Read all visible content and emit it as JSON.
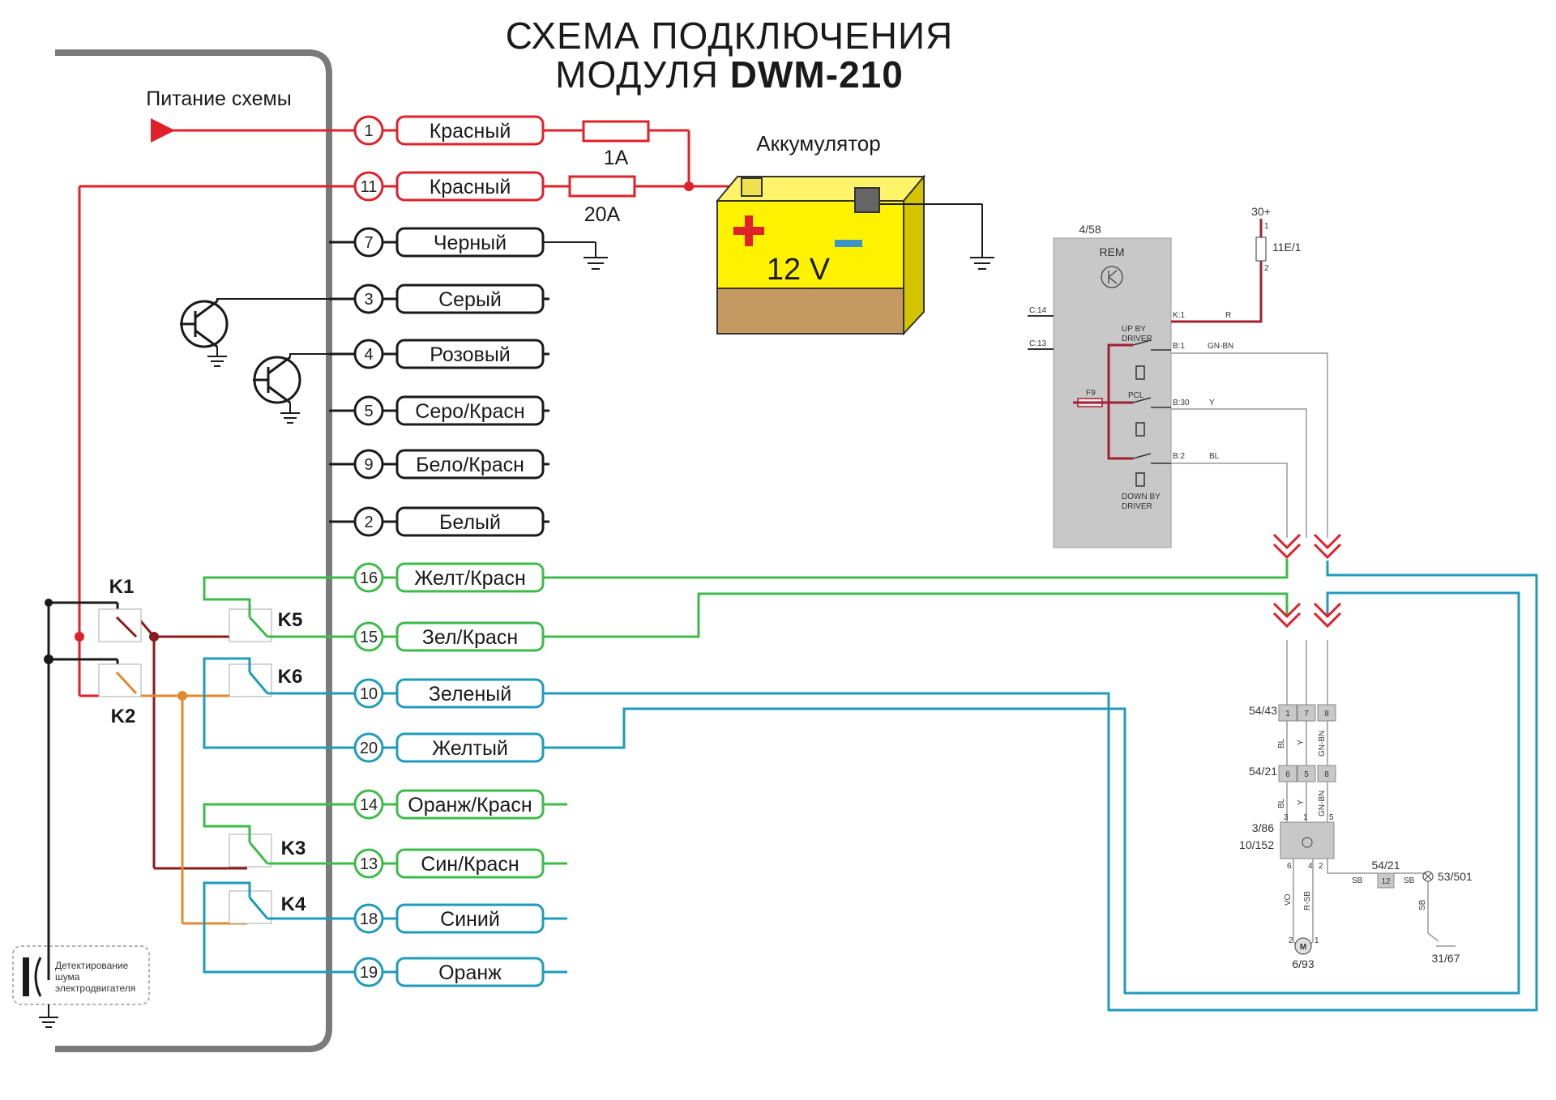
{
  "title": {
    "line1": "СХЕМА ПОДКЛЮЧЕНИЯ",
    "line2_prefix": "МОДУЛЯ ",
    "line2_bold": "DWM-210"
  },
  "power_label": "Питание схемы",
  "battery": {
    "label": "Аккумулятор",
    "voltage": "12 V",
    "body_color": "#fff200",
    "base_color": "#c49a62"
  },
  "fuses": {
    "small": "1A",
    "large": "20A"
  },
  "pins": [
    {
      "num": "1",
      "label": "Красный",
      "color": "#e0202a"
    },
    {
      "num": "11",
      "label": "Красный",
      "color": "#e0202a"
    },
    {
      "num": "7",
      "label": "Черный",
      "color": "#1a1a1a"
    },
    {
      "num": "3",
      "label": "Серый",
      "color": "#1a1a1a"
    },
    {
      "num": "4",
      "label": "Розовый",
      "color": "#1a1a1a"
    },
    {
      "num": "5",
      "label": "Серо/Красн",
      "color": "#1a1a1a"
    },
    {
      "num": "9",
      "label": "Бело/Красн",
      "color": "#1a1a1a"
    },
    {
      "num": "2",
      "label": "Белый",
      "color": "#1a1a1a"
    },
    {
      "num": "16",
      "label": "Желт/Красн",
      "color": "#3dbb4a"
    },
    {
      "num": "15",
      "label": "Зел/Красн",
      "color": "#3dbb4a"
    },
    {
      "num": "10",
      "label": "Зеленый",
      "color": "#1f9bbb"
    },
    {
      "num": "20",
      "label": "Желтый",
      "color": "#1f9bbb"
    },
    {
      "num": "14",
      "label": "Оранж/Красн",
      "color": "#3dbb4a"
    },
    {
      "num": "13",
      "label": "Син/Красн",
      "color": "#3dbb4a"
    },
    {
      "num": "18",
      "label": "Синий",
      "color": "#1f9bbb"
    },
    {
      "num": "19",
      "label": "Оранж",
      "color": "#1f9bbb"
    }
  ],
  "relays": [
    "K1",
    "K2",
    "K3",
    "K4",
    "K5",
    "K6"
  ],
  "mic_label": [
    "Детектирование",
    "шума",
    "электродвигателя"
  ],
  "rem": {
    "id": "4/58",
    "name": "REM",
    "fuse": "F9",
    "connectors": [
      "C:14",
      "C:13"
    ],
    "outputs": [
      "K:1",
      "B:1",
      "B:30",
      "B:2"
    ],
    "wire_colors": [
      "R",
      "GN-BN",
      "Y",
      "BL"
    ],
    "switch_labels": [
      "UP BY",
      "DRIVER",
      "PCL",
      "DOWN BY",
      "DRIVER"
    ]
  },
  "supply": {
    "label": "30+",
    "fuse": "11E/1",
    "pin_top": "1",
    "pin_bottom": "2"
  },
  "conn_5443": {
    "label": "54/43",
    "pins": [
      "1",
      "7",
      "8"
    ]
  },
  "conn_5421": {
    "label": "54/21",
    "pins": [
      "6",
      "5",
      "8"
    ]
  },
  "vert_wires": [
    "BL",
    "Y",
    "GN-BN"
  ],
  "switch_386": {
    "labels": [
      "3/86",
      "10/152"
    ],
    "pins_top": [
      "3",
      "1",
      "5"
    ],
    "pins_bottom": [
      "6",
      "4",
      "2"
    ]
  },
  "motor": {
    "label": "6/93",
    "pins": [
      "2",
      "1"
    ],
    "wires": [
      "VO",
      "R-SB"
    ]
  },
  "ground_branch": {
    "conn": "54/21",
    "pin": "12",
    "wire": "SB",
    "lamp": "53/501",
    "ground": "31/67"
  }
}
